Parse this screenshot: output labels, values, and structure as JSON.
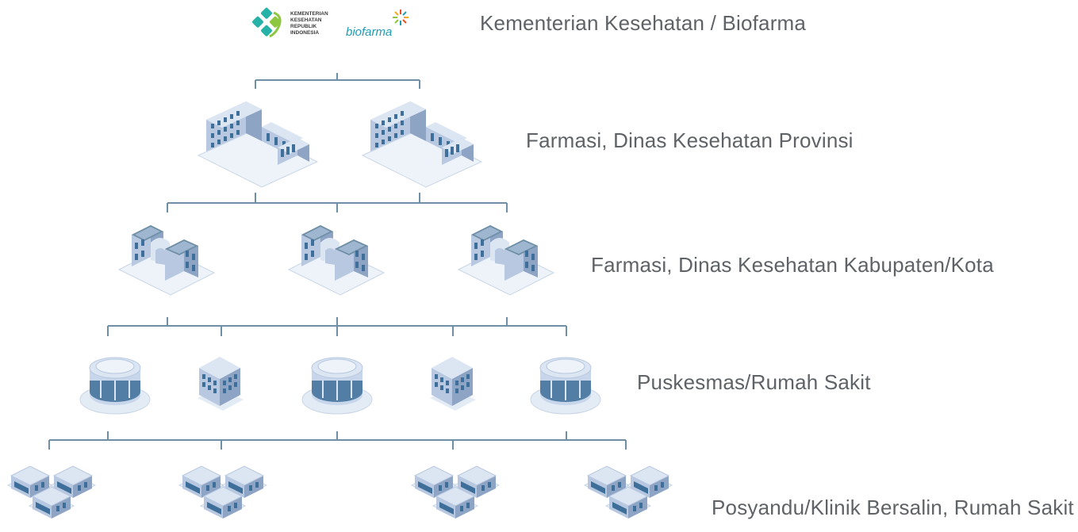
{
  "logos": {
    "kemenkes": {
      "lines": [
        "KEMENTERIAN",
        "KESEHATAN",
        "REPUBLIK",
        "INDONESIA"
      ],
      "colors": {
        "teal": "#27b2a7",
        "green": "#8dc63f"
      }
    },
    "biofarma": {
      "text": "biofarma",
      "color": "#1f9bb5"
    }
  },
  "levels": [
    {
      "label": "Kementerian Kesehatan / Biofarma"
    },
    {
      "label": "Farmasi, Dinas Kesehatan Provinsi"
    },
    {
      "label": "Farmasi, Dinas Kesehatan Kabupaten/Kota"
    },
    {
      "label": "Puskesmas/Rumah Sakit"
    },
    {
      "label": "Posyandu/Klinik Bersalin, Rumah Sakit"
    }
  ],
  "colors": {
    "connector": "#6f8fa6",
    "building_light": "#dce6f3",
    "building_mid": "#b7c8e0",
    "building_dark": "#8ea4c4",
    "window": "#3d6f9a",
    "label": "#5f6266"
  }
}
